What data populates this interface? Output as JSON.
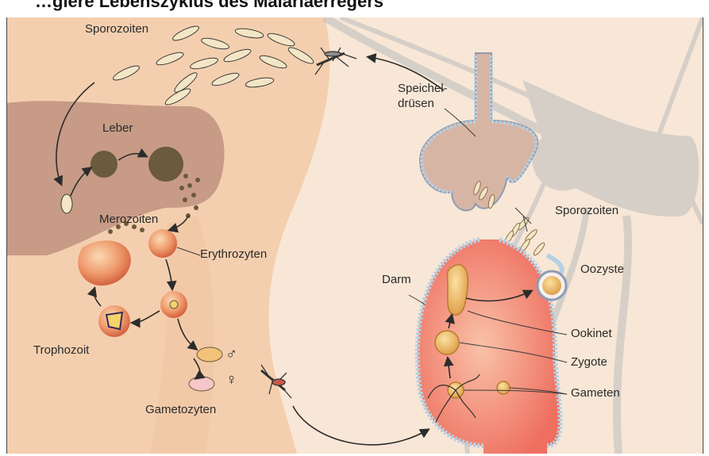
{
  "title_fragment": "…giere Lebenszyklus des Malariaerregers",
  "labels": {
    "sporozoiten_top": "Sporozoiten",
    "leber": "Leber",
    "merozoiten": "Merozoiten",
    "erythrozyten": "Erythrozyten",
    "trophozoit": "Trophozoit",
    "gametozyten": "Gametozyten",
    "speichel_1": "Speichel-",
    "speichel_2": "drüsen",
    "sporozoiten_right": "Sporozoiten",
    "darm": "Darm",
    "oozyste": "Oozyste",
    "ookinet": "Ookinet",
    "zygote": "Zygote",
    "gameten": "Gameten",
    "male_symbol": "♂",
    "female_symbol": "♀"
  },
  "colors": {
    "background": "#f8e7d6",
    "body_silhouette": "#f4cfaf",
    "liver": "#c79b86",
    "gut": "#f08a78",
    "gland": "#d7b5a4",
    "epithelium": "#b5d0e4",
    "cell": "#e9b56b"
  }
}
